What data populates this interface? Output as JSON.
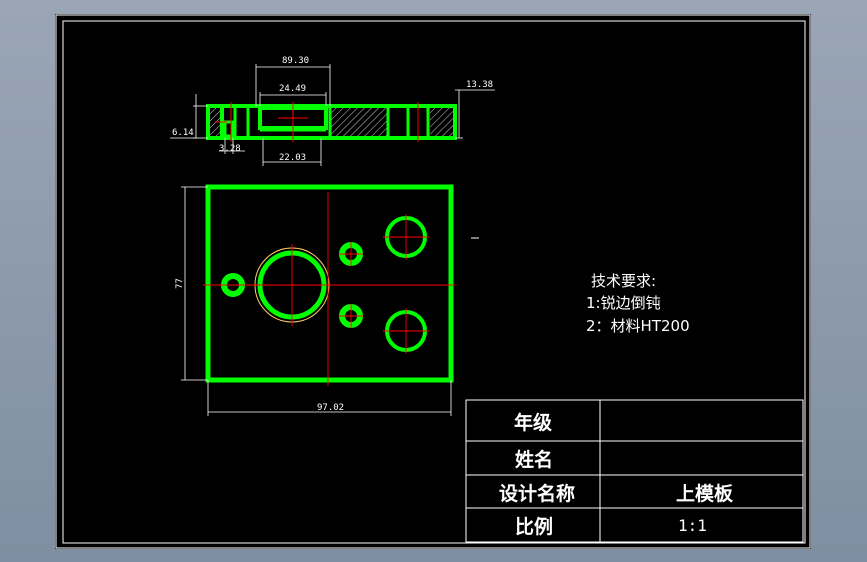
{
  "drawing": {
    "dimensions": {
      "top_total": "89.30",
      "top_inner": "24.49",
      "top_lower": "22.03",
      "right_height": "13.38",
      "left_height": "6.14",
      "left_small": "3.28",
      "plate_height": "77",
      "plate_width": "97.02"
    }
  },
  "notes": {
    "title": "技术要求:",
    "item1": "1:锐边倒钝",
    "item2": "2：材料HT200"
  },
  "title_block": {
    "grade_label": "年级",
    "grade_value": "",
    "name_label": "姓名",
    "name_value": "",
    "design_label": "设计名称",
    "design_value": "上模板",
    "scale_label": "比例",
    "scale_value": "1:1"
  },
  "colors": {
    "part": "#00ff00",
    "dimension": "#ffffff",
    "centerline": "#ff0000",
    "hatch": "#ffffff",
    "frame": "#ffffff"
  }
}
